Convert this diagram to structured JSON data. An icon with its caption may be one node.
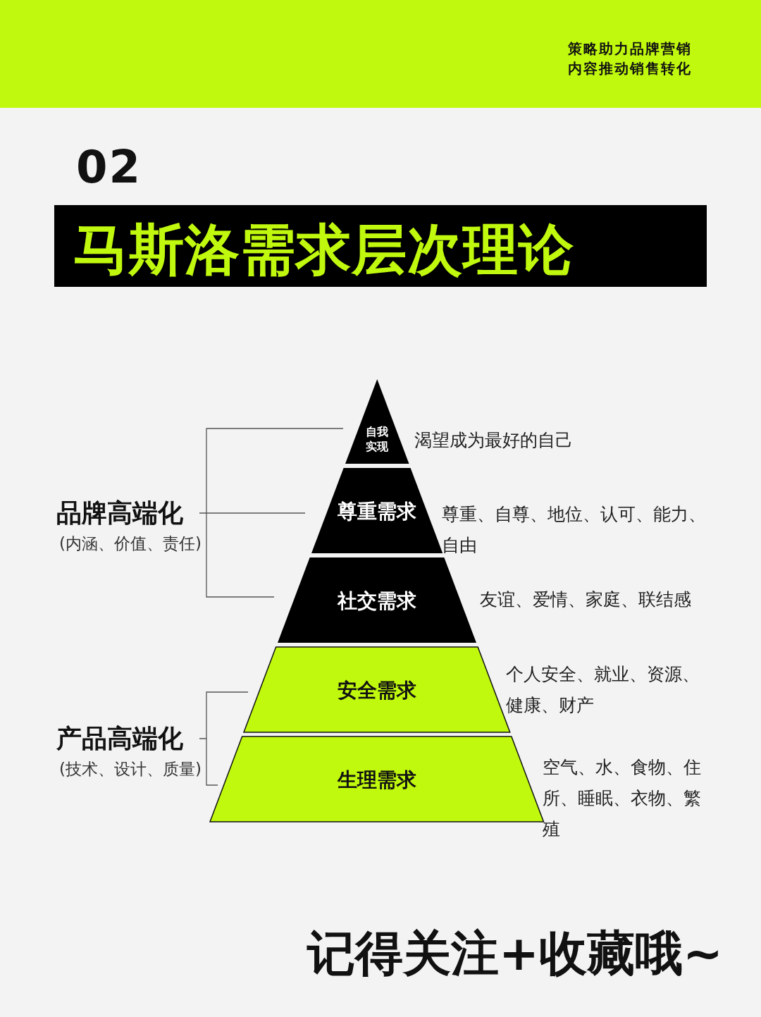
{
  "diagram": {
    "title": "马斯洛需求层次理论",
    "nodes": [
      {
        "text": [
          "自我实现"
        ],
        "beside": [
          "渴望成为最好的自己"
        ]
      },
      {
        "text": [
          "尊重需求"
        ],
        "beside": [
          "尊重、自尊、地位、认可、能力、自由"
        ]
      },
      {
        "text": [
          "社交需求"
        ],
        "beside": [
          "友谊、爱情、家庭、联结感"
        ]
      },
      {
        "text": [
          "安全需求"
        ],
        "beside": [
          "个人安全、就业、资源、健康、财产"
        ]
      },
      {
        "text": [
          "生理需求"
        ],
        "beside": [
          "空气、水、食物、住所、睡眠、衣物、繁殖"
        ]
      }
    ],
    "edges": [],
    "labels": [
      "策略助力品牌营销",
      "内容推动销售转化",
      "02",
      "品牌高端化",
      "(内涵、价值、责任)",
      "产品高端化",
      "(技术、设计、质量)",
      "记得关注+收藏哦~"
    ]
  }
}
